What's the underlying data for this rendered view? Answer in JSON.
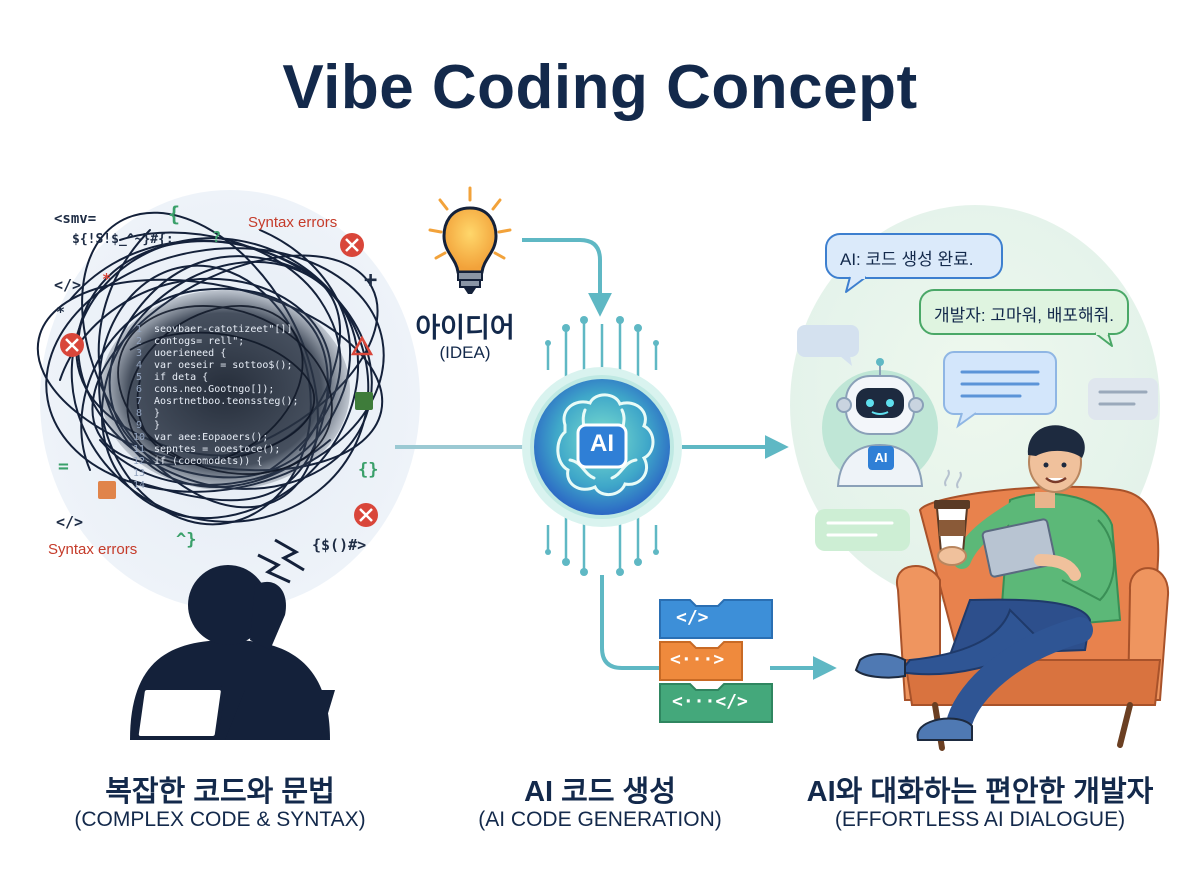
{
  "title": "Vibe Coding Concept",
  "left_panel": {
    "label_ko": "복잡한 코드와 문법",
    "label_en": "(COMPLEX CODE & SYNTAX)",
    "error_labels": [
      "Syntax errors",
      "Syntax errors"
    ],
    "symbols": [
      "<smv=",
      "${!S!$_^~}#{;",
      "{",
      "?",
      "</>",
      "*",
      "+",
      "*",
      "=",
      "{}",
      "</>",
      "^}",
      "{$()#>"
    ],
    "code_lines": [
      "seovbaer-catotizeet\"[]]",
      "contogs= rell\";",
      "uoerieneed {",
      "  var oeseir = sottoo$();",
      "  if deta {",
      "    cons.neo.Gootngo[]);",
      "    Aosrtnetboo.teonssteg();",
      "  }",
      "}",
      "var aee:Eopaoers();",
      "  sepntes = ooestoce();",
      "  if (coeomodets)) {",
      ""
    ],
    "line_numbers": [
      "1",
      "2",
      "3",
      "4",
      "5",
      "6",
      "7",
      "8",
      "9",
      "10",
      "11",
      "12",
      "13",
      "14"
    ]
  },
  "center_panel": {
    "idea_ko": "아이디어",
    "idea_en": "(IDEA)",
    "chip_label": "AI",
    "code_blocks": [
      "</>",
      "<···>",
      "<···</>"
    ],
    "label_ko": "AI 코드 생성",
    "label_en": "(AI CODE GENERATION)"
  },
  "right_panel": {
    "bubble_ai": "AI: 코드 생성 완료.",
    "bubble_dev": "개발자: 고마워, 배포해줘.",
    "robot_badge": "AI",
    "label_ko": "AI와 대화하는 편안한 개발자",
    "label_en": "(EFFORTLESS AI DIALOGUE)"
  },
  "colors": {
    "navy": "#13294b",
    "teal": "#5fb8c4",
    "error_red": "#c53b2a",
    "chair_orange": "#e8824d",
    "shirt_green": "#5cb878",
    "brain_glow": "#63d2c2",
    "chip_blue": "#2f7fd6"
  }
}
